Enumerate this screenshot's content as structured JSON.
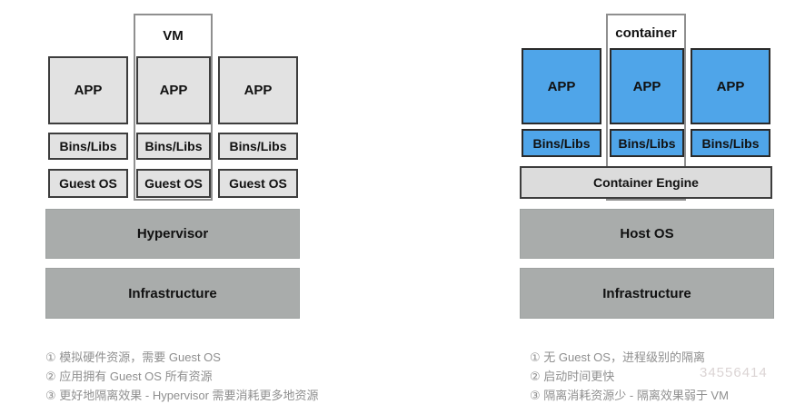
{
  "vm_diagram": {
    "wrapper_label": "VM",
    "app_label": "APP",
    "bins_label": "Bins/Libs",
    "guest_os_label": "Guest OS",
    "hypervisor_label": "Hypervisor",
    "infrastructure_label": "Infrastructure",
    "notes": [
      "① 模拟硬件资源，需要 Guest OS",
      "② 应用拥有 Guest OS 所有资源",
      "③ 更好地隔离效果 - Hypervisor 需要消耗更多地资源"
    ]
  },
  "container_diagram": {
    "wrapper_label": "container",
    "app_label": "APP",
    "bins_label": "Bins/Libs",
    "engine_label": "Container Engine",
    "host_os_label": "Host OS",
    "infrastructure_label": "Infrastructure",
    "notes": [
      "① 无 Guest OS，进程级别的隔离",
      "② 启动时间更快",
      "③ 隔离消耗资源少 - 隔离效果弱于 VM"
    ]
  },
  "watermark_text": "34556414",
  "colors": {
    "box_light_gray": "#e2e2e2",
    "box_blue": "#4fa5e9",
    "band_gray": "#a9acab",
    "engine_gray": "#dcdcdc",
    "border_dark": "#3d3d3d",
    "outline_gray": "#8f8f8f",
    "note_text_gray": "#8f8f8f",
    "watermark_gray": "#cfc6c6"
  }
}
